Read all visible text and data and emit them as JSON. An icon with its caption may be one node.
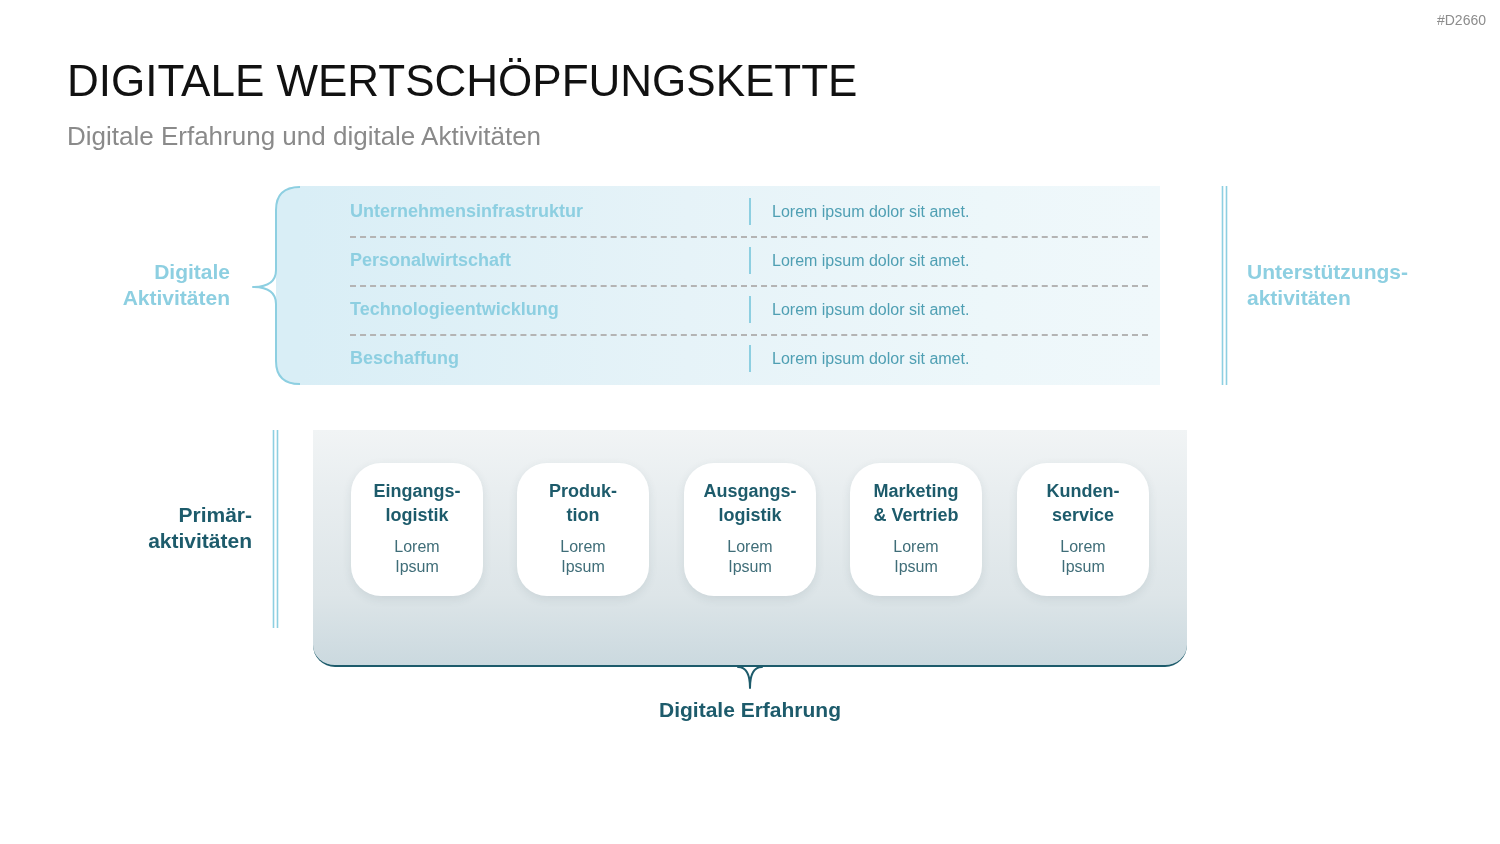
{
  "diagram": {
    "title": "DIGITALE WERTSCHÖPFUNGSKETTE",
    "nodes": [
      {
        "text": [
          "Unternehmensinfrastruktur",
          "Lorem ipsum dolor sit amet.",
          "Personalwirtschaft",
          "Lorem ipsum dolor sit amet.",
          "Technologieentwicklung",
          "Lorem ipsum dolor sit amet.",
          "Beschaffung",
          "Lorem ipsum dolor sit amet."
        ],
        "beside": [
          "Digitale Aktivitäten"
        ]
      },
      {
        "text": [],
        "shape": "box",
        "beside": [
          "Primär- aktivitäten",
          "Digitale Erfahrung"
        ]
      },
      {
        "text": [
          "Eingangs- logistik",
          "Lorem Ipsum"
        ],
        "in": 1
      },
      {
        "text": [
          "Produk- tion",
          "Lorem Ipsum"
        ],
        "in": 1
      },
      {
        "text": [
          "Ausgangs- logistik",
          "Lorem Ipsum"
        ],
        "in": 1
      },
      {
        "text": [
          "Marketing & Vertrieb",
          "Lorem Ipsum"
        ],
        "in": 1
      },
      {
        "text": [
          "Kunden- service",
          "Lorem Ipsum"
        ],
        "in": 1
      }
    ],
    "labels": [
      "#D2660",
      "Digitale Erfahrung und digitale Aktivitäten",
      "Unterstützungs- aktivitäten"
    ]
  }
}
